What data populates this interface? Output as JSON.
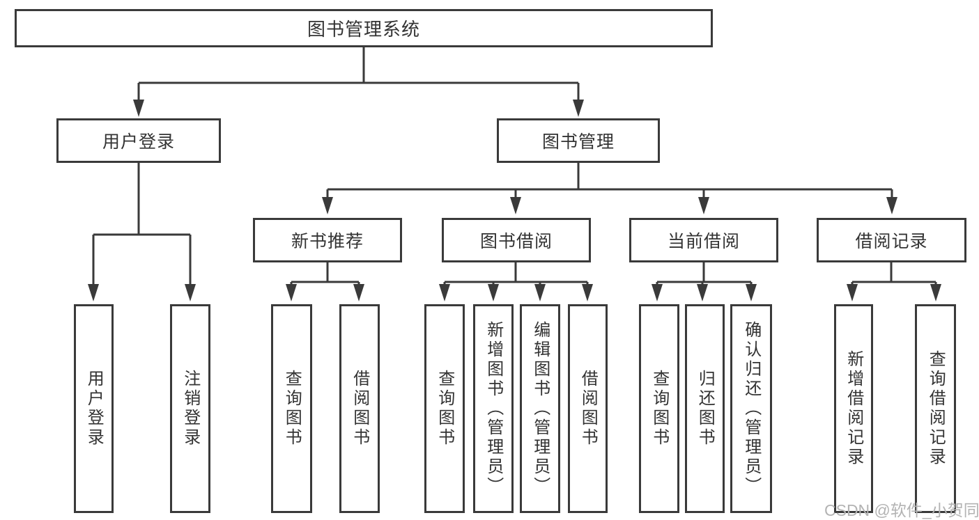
{
  "diagram_colors": {
    "line_color": "#3a3a3a",
    "box_border": "#3a3a3a",
    "text_color": "#333333",
    "watermark_color": "#b3b3b3",
    "background": "#ffffff"
  },
  "tree": {
    "label": "图书管理系统",
    "children": [
      {
        "label": "用户登录",
        "children": [
          {
            "label": "用户登录"
          },
          {
            "label": "注销登录"
          }
        ]
      },
      {
        "label": "图书管理",
        "children": [
          {
            "label": "新书推荐",
            "children": [
              {
                "label": "查询图书"
              },
              {
                "label": "借阅图书"
              }
            ]
          },
          {
            "label": "图书借阅",
            "children": [
              {
                "label": "查询图书"
              },
              {
                "label": "新增图书（管理员）"
              },
              {
                "label": "编辑图书（管理员）"
              },
              {
                "label": "借阅图书"
              }
            ]
          },
          {
            "label": "当前借阅",
            "children": [
              {
                "label": "查询图书"
              },
              {
                "label": "归还图书"
              },
              {
                "label": "确认归还（管理员）"
              }
            ]
          },
          {
            "label": "借阅记录",
            "children": [
              {
                "label": "新增借阅记录"
              },
              {
                "label": "查询借阅记录"
              }
            ]
          }
        ]
      }
    ]
  },
  "watermark": {
    "text": "CSDN @软件_小贺同学"
  }
}
